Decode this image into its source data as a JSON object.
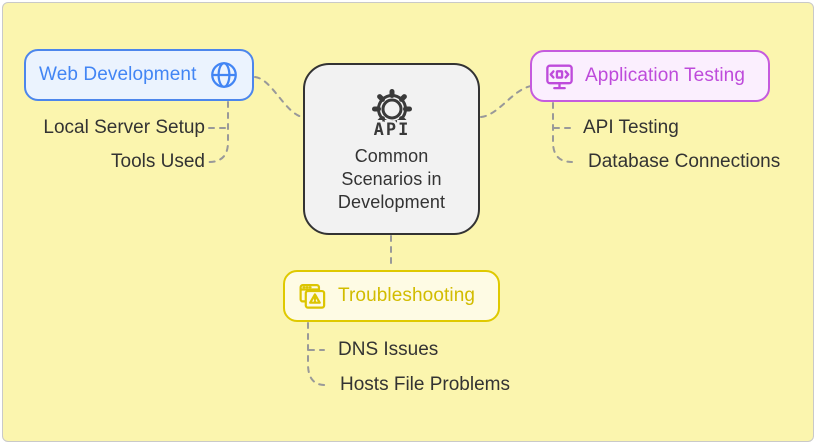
{
  "canvas": {
    "background_color": "#FBF5AE",
    "frame_border_color": "#C9C9C9",
    "connector_color": "#999999",
    "sub_label_color": "#333333"
  },
  "center": {
    "label": "Common Scenarios in Development",
    "icon": "gear-api-icon",
    "icon_text": "API",
    "fill": "#F2F2F2",
    "border": "#333333",
    "text_color": "#333333"
  },
  "branches": [
    {
      "id": "web-development",
      "label": "Web Development",
      "icon": "globe-icon",
      "fill": "#EBF3FE",
      "border": "#4C86EC",
      "text_color": "#4285F4",
      "children": [
        "Local Server Setup",
        "Tools Used"
      ]
    },
    {
      "id": "application-testing",
      "label": "Application Testing",
      "icon": "monitor-code-icon",
      "fill": "#FBEFFE",
      "border": "#C55BDE",
      "text_color": "#BE4BDB",
      "children": [
        "API Testing",
        "Database Connections"
      ]
    },
    {
      "id": "troubleshooting",
      "label": "Troubleshooting",
      "icon": "browser-warning-icon",
      "fill": "#FEFBE4",
      "border": "#DFC900",
      "text_color": "#D2BC00",
      "children": [
        "DNS Issues",
        "Hosts File Problems"
      ]
    }
  ]
}
